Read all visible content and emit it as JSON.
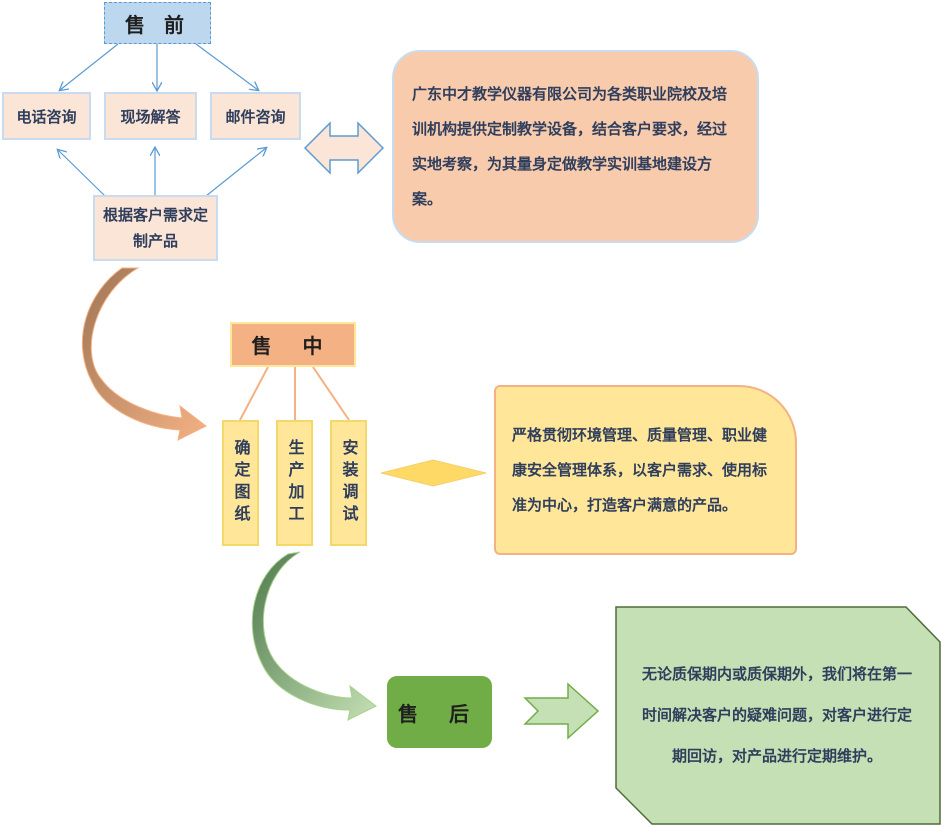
{
  "pre_sale": {
    "title": "售 前",
    "boxes": [
      "电话咨询",
      "现场解答",
      "邮件咨询"
    ],
    "custom": "根据客户需求定制产品",
    "description": "广东中才教学仪器有限公司为各类职业院校及培训机构提供定制教学设备，结合客户要求，经过实地考察，为其量身定做教学实训基地建设方案。"
  },
  "in_sale": {
    "title": "售 中",
    "steps": [
      "确定图纸",
      "生产加工",
      "安装调试"
    ],
    "description": "严格贯彻环境管理、质量管理、职业健康安全管理体系，以客户需求、使用标准为中心，打造客户满意的产品。"
  },
  "after_sale": {
    "title": "售 后",
    "description": "无论质保期内或质保期外，我们将在第一时间解决客户的疑难问题，对客户进行定期回访，对产品进行定期维护。"
  },
  "colors": {
    "pre_title": "#bdd7ee",
    "pre_box": "#fbe5d6",
    "pre_desc": "#f8cbad",
    "mid_title": "#f4b183",
    "mid_step": "#ffe699",
    "post_title": "#70ad47",
    "post_desc": "#c5e0b4",
    "connector_blue": "#5b9bd5"
  }
}
